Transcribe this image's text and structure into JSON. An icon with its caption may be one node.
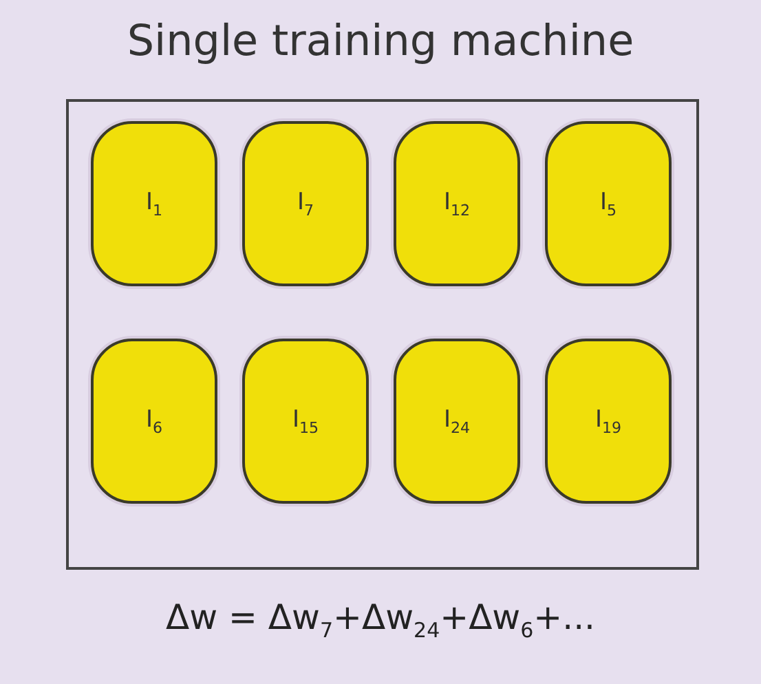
{
  "diagram": {
    "title": "Single training machine",
    "caption": "Δw = Δw$_{7}$+Δw$_{24}$+Δw$_{6}$+...",
    "nodes": [
      {
        "text": [],
        "shape": "box"
      },
      {
        "text": [
          "I$_{1}$"
        ],
        "in": 0
      },
      {
        "text": [
          "I$_{7}$"
        ],
        "in": 0
      },
      {
        "text": [
          "I$_{12}$"
        ],
        "in": 0
      },
      {
        "text": [
          "I$_{5}$"
        ],
        "in": 0
      },
      {
        "text": [
          "I$_{6}$"
        ],
        "in": 0
      },
      {
        "text": [
          "I$_{15}$"
        ],
        "in": 0
      },
      {
        "text": [
          "I$_{24}$"
        ],
        "in": 0
      },
      {
        "text": [
          "I$_{19}$"
        ],
        "in": 0
      }
    ],
    "edges": []
  }
}
